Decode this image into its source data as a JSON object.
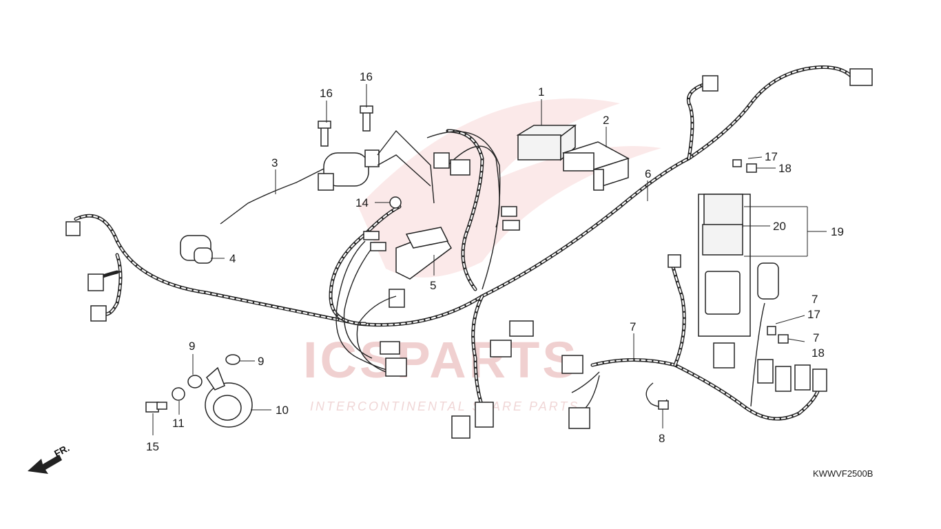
{
  "watermark": {
    "brand": "ICSPARTS",
    "tagline": "INTERCONTINENTAL SPARE PARTS"
  },
  "diagram_code": "KWWVF2500B",
  "direction_marker": {
    "label": "FR."
  },
  "callouts": [
    {
      "id": "c1",
      "label": "1"
    },
    {
      "id": "c2",
      "label": "2"
    },
    {
      "id": "c3",
      "label": "3"
    },
    {
      "id": "c4",
      "label": "4"
    },
    {
      "id": "c5",
      "label": "5"
    },
    {
      "id": "c6",
      "label": "6"
    },
    {
      "id": "c7a",
      "label": "7"
    },
    {
      "id": "c7b",
      "label": "7"
    },
    {
      "id": "c7c",
      "label": "7"
    },
    {
      "id": "c8",
      "label": "8"
    },
    {
      "id": "c9a",
      "label": "9"
    },
    {
      "id": "c9b",
      "label": "9"
    },
    {
      "id": "c10",
      "label": "10"
    },
    {
      "id": "c11",
      "label": "11"
    },
    {
      "id": "c14",
      "label": "14"
    },
    {
      "id": "c15",
      "label": "15"
    },
    {
      "id": "c16a",
      "label": "16"
    },
    {
      "id": "c16b",
      "label": "16"
    },
    {
      "id": "c17a",
      "label": "17"
    },
    {
      "id": "c17b",
      "label": "17"
    },
    {
      "id": "c18a",
      "label": "18"
    },
    {
      "id": "c18b",
      "label": "18"
    },
    {
      "id": "c19",
      "label": "19"
    },
    {
      "id": "c20",
      "label": "20"
    }
  ]
}
